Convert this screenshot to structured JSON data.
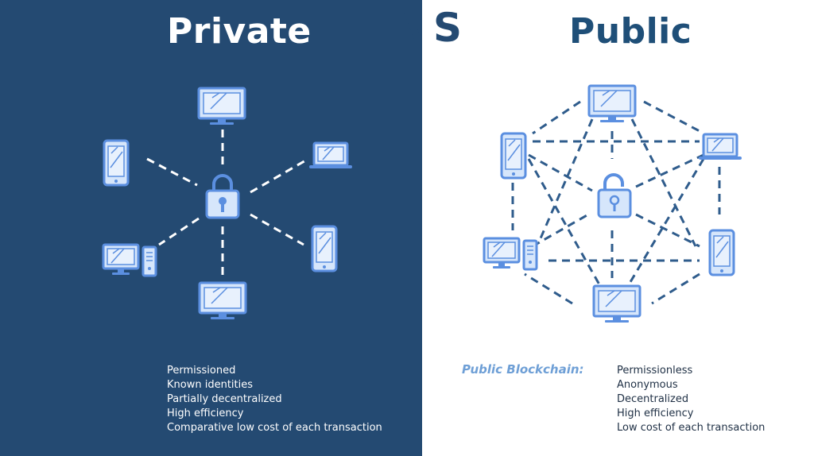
{
  "vs": "VS",
  "private": {
    "title": "Private",
    "features": [
      "Permissioned",
      "Known identities",
      "Partially decentralized",
      "High efficiency",
      "Comparative low cost of each transaction"
    ]
  },
  "public": {
    "title": "Public",
    "label": "Public Blockchain:",
    "features": [
      "Permissionless",
      "Anonymous",
      "Decentralized",
      "High efficiency",
      "Low cost of each transaction"
    ]
  },
  "colors": {
    "private_bg": "#244a72",
    "public_bg": "#ffffff",
    "icon_fill": "#d6e6fb",
    "icon_stroke": "#5b8fe0",
    "public_lines": "#2f5c8c",
    "public_title": "#1f4f78",
    "public_label": "#6e9fd6"
  },
  "icons": {
    "private_center": "closed-padlock-icon",
    "public_center": "open-padlock-icon",
    "devices": [
      "monitor-icon",
      "laptop-icon",
      "smartphone-icon",
      "desktop-tower-icon"
    ]
  }
}
